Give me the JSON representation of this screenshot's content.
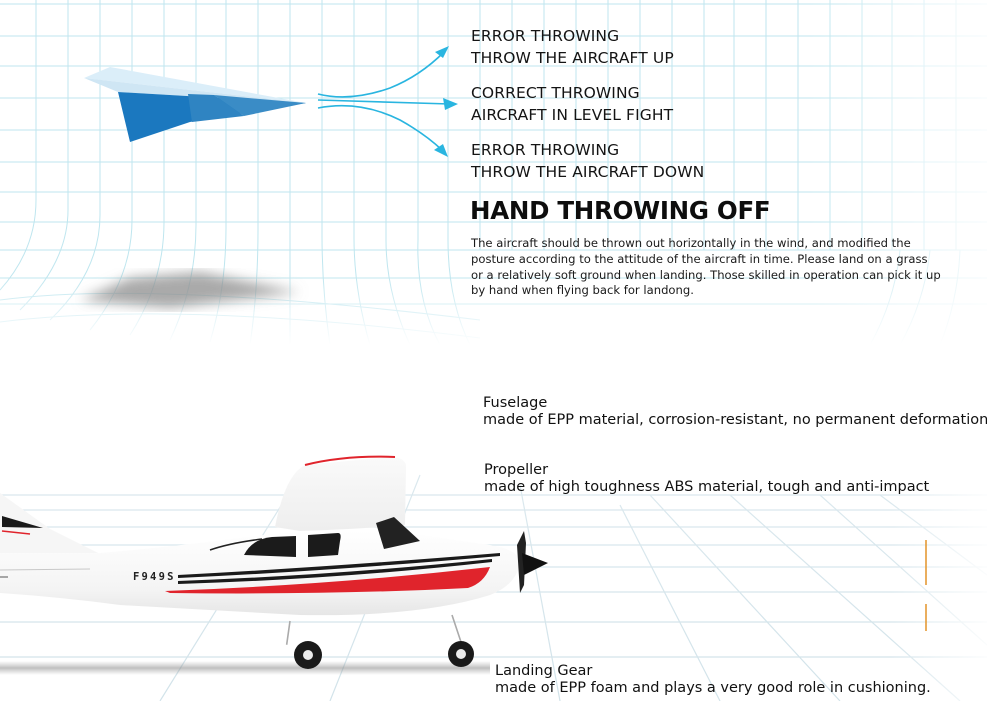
{
  "throwing_guide": {
    "trajectories": [
      {
        "id": "up",
        "title": "ERROR THROWING",
        "subtitle": "THROW THE AIRCRAFT UP"
      },
      {
        "id": "level",
        "title": "CORRECT THROWING",
        "subtitle": "AIRCRAFT IN LEVEL FIGHT"
      },
      {
        "id": "down",
        "title": "ERROR THROWING",
        "subtitle": "THROW THE AIRCRAFT DOWN"
      }
    ],
    "headline": "HAND THROWING OFF",
    "description": "The aircraft should be thrown out horizontally in the wind, and modified the posture according to the attitude of the aircraft in time. Please land on a grass or a relatively soft ground when landing. Those skilled in operation can pick it up by hand when flying back for landong."
  },
  "aircraft": {
    "model_label": "F949S"
  },
  "features": [
    {
      "name": "Fuselage",
      "description": "made of EPP material, corrosion-resistant, no permanent deformation."
    },
    {
      "name": "Propeller",
      "description": "made of high toughness ABS material, tough and anti-impact"
    },
    {
      "name": "Landing Gear",
      "description": "made of EPP foam and plays a very good role in cushioning."
    }
  ],
  "colors": {
    "grid": "#bfe6ef",
    "arrow": "#29b5e0",
    "paper_plane_light": "#dbeef9",
    "paper_plane_dark": "#1b78bf",
    "paper_plane_mid": "#3a8cc6",
    "stripe_red": "#e0242c",
    "stripe_black": "#1a1a1a",
    "marker_orange": "#e49a35"
  }
}
